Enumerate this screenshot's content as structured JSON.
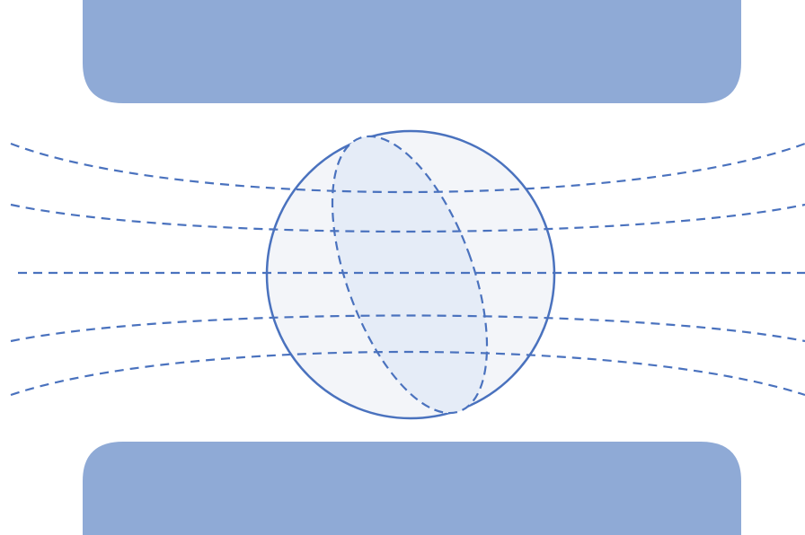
{
  "diagram": {
    "elements": [
      "top-plate",
      "bottom-plate",
      "sphere",
      "internal-ellipse",
      "field-lines"
    ],
    "field_line_count": 5,
    "field_line_style": "dashed",
    "colors": {
      "plate_fill": "#8FAAD6",
      "line_stroke": "#4A72BE",
      "sphere_fill": "#F3F5F9",
      "ellipse_fill": "#E5ECF7",
      "background": "#FFFFFF"
    }
  }
}
